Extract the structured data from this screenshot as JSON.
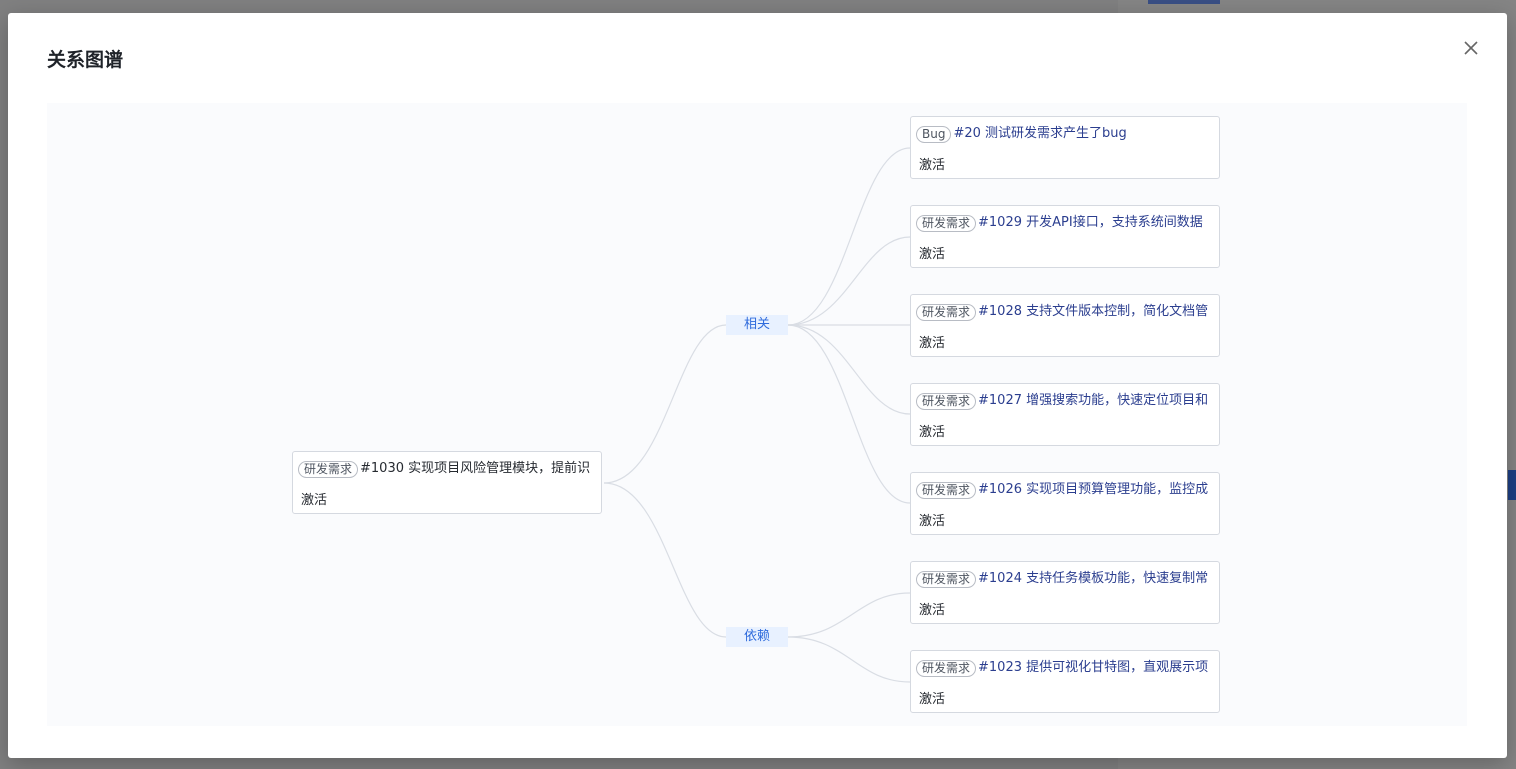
{
  "modal": {
    "title": "关系图谱"
  },
  "groups": {
    "related": "相关",
    "depends": "依赖"
  },
  "root": {
    "tag": "研发需求",
    "title": "#1030 实现项目风险管理模块，提前识",
    "status": "激活"
  },
  "related_items": [
    {
      "tag": "Bug",
      "title": "#20 测试研发需求产生了bug",
      "status": "激活"
    },
    {
      "tag": "研发需求",
      "title": "#1029 开发API接口，支持系统间数据",
      "status": "激活"
    },
    {
      "tag": "研发需求",
      "title": "#1028 支持文件版本控制，简化文档管",
      "status": "激活"
    },
    {
      "tag": "研发需求",
      "title": "#1027 增强搜索功能，快速定位项目和",
      "status": "激活"
    },
    {
      "tag": "研发需求",
      "title": "#1026 实现项目预算管理功能，监控成",
      "status": "激活"
    }
  ],
  "depends_items": [
    {
      "tag": "研发需求",
      "title": "#1024 支持任务模板功能，快速复制常",
      "status": "激活"
    },
    {
      "tag": "研发需求",
      "title": "#1023 提供可视化甘特图，直观展示项",
      "status": "激活"
    }
  ],
  "colors": {
    "link_line": "#d9dde4",
    "group_bg": "#e8f1ff",
    "group_text": "#2f6bdc",
    "title_link": "#2b3e8f"
  }
}
